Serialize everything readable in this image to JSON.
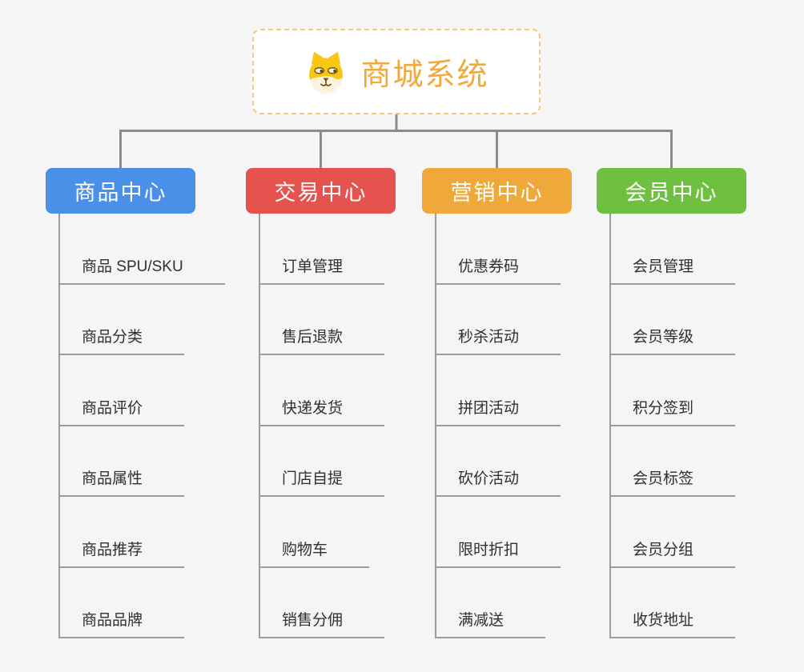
{
  "page": {
    "background": "#f5f5f5",
    "title": "商城系统"
  },
  "root": {
    "label": "商城系统",
    "icon": "dog-face-icon",
    "text_color": "#f2a93b",
    "border_color": "#f4c87c",
    "background": "#ffffff",
    "icon_colors": {
      "head": "#f8c715",
      "muzzle": "#fcf4df",
      "features": "#7a5215"
    }
  },
  "branches": [
    {
      "label": "商品中心",
      "color": "#4a8fe8",
      "children": [
        "商品 SPU/SKU",
        "商品分类",
        "商品评价",
        "商品属性",
        "商品推荐",
        "商品品牌"
      ]
    },
    {
      "label": "交易中心",
      "color": "#e6534f",
      "children": [
        "订单管理",
        "售后退款",
        "快递发货",
        "门店自提",
        "购物车",
        "销售分佣"
      ]
    },
    {
      "label": "营销中心",
      "color": "#efa93a",
      "children": [
        "优惠券码",
        "秒杀活动",
        "拼团活动",
        "砍价活动",
        "限时折扣",
        "满减送"
      ]
    },
    {
      "label": "会员中心",
      "color": "#6fc040",
      "children": [
        "会员管理",
        "会员等级",
        "积分签到",
        "会员标签",
        "会员分组",
        "收货地址"
      ]
    }
  ],
  "lines": {
    "connector_color": "#8c8c8c",
    "list_line_color": "#9c9c9c",
    "child_text_color": "#303030"
  }
}
